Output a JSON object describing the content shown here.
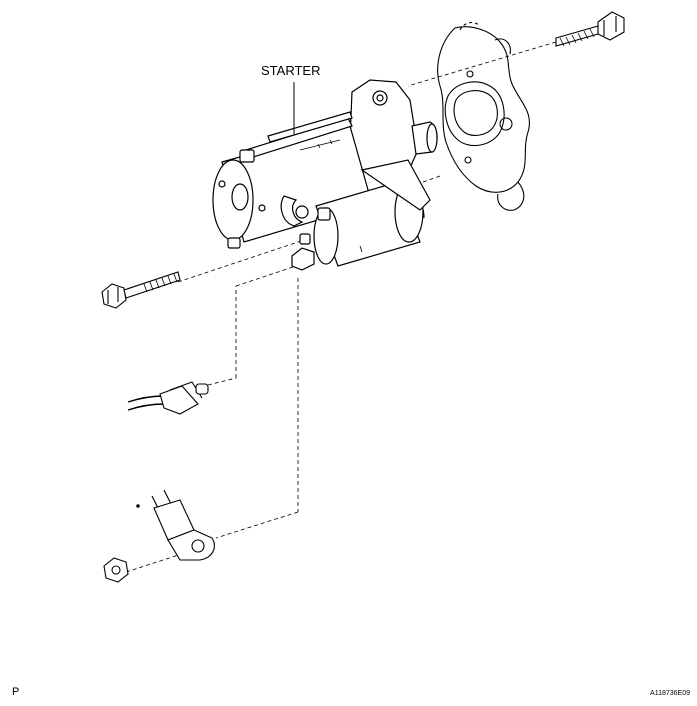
{
  "labels": {
    "starter": "STARTER",
    "corner_left": "P",
    "corner_right": "A118736E09"
  }
}
